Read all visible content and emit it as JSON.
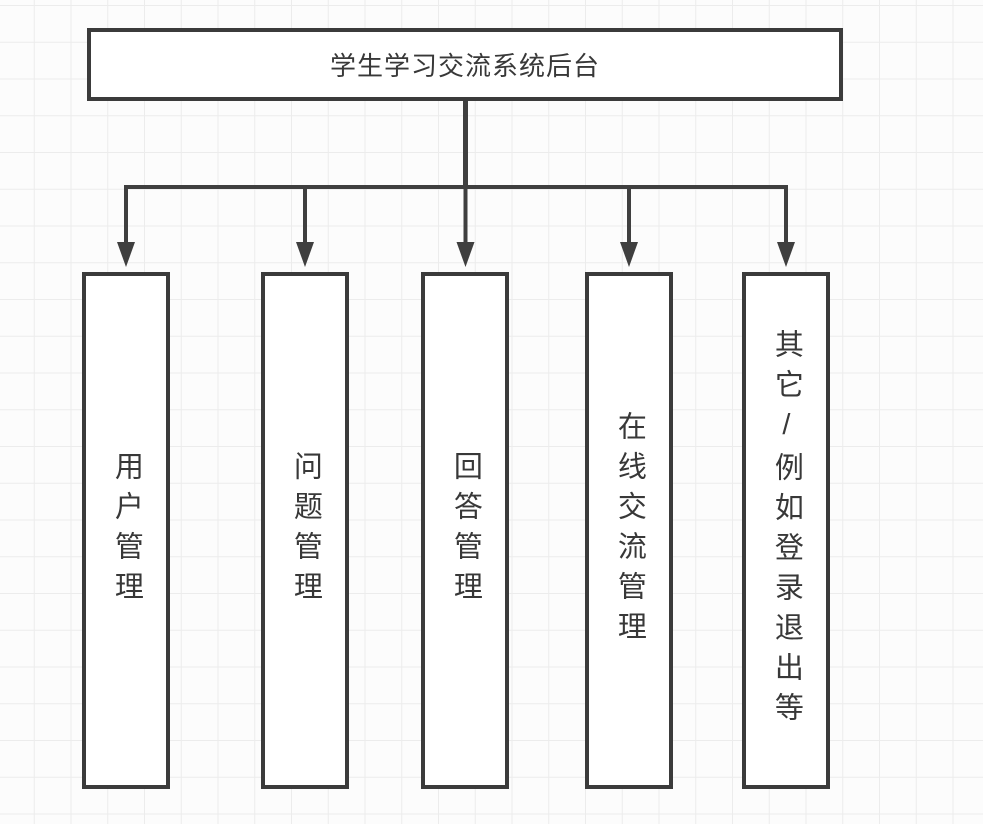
{
  "diagram": {
    "root": {
      "label": "学生学习交流系统后台"
    },
    "children": [
      {
        "id": "user-management",
        "label": "用户管理"
      },
      {
        "id": "question-management",
        "label": "问题管理"
      },
      {
        "id": "answer-management",
        "label": "回答管理"
      },
      {
        "id": "online-exchange-management",
        "label": "在线交流管理"
      },
      {
        "id": "other-login-logout",
        "label": "其它/例如登录退出等"
      }
    ],
    "colors": {
      "node_border": "#3b3b3b",
      "node_fill": "#ffffff",
      "text": "#383838",
      "connector": "#3f3f3f",
      "grid_line": "#ececec",
      "canvas_background": "#fcfcfc"
    }
  }
}
